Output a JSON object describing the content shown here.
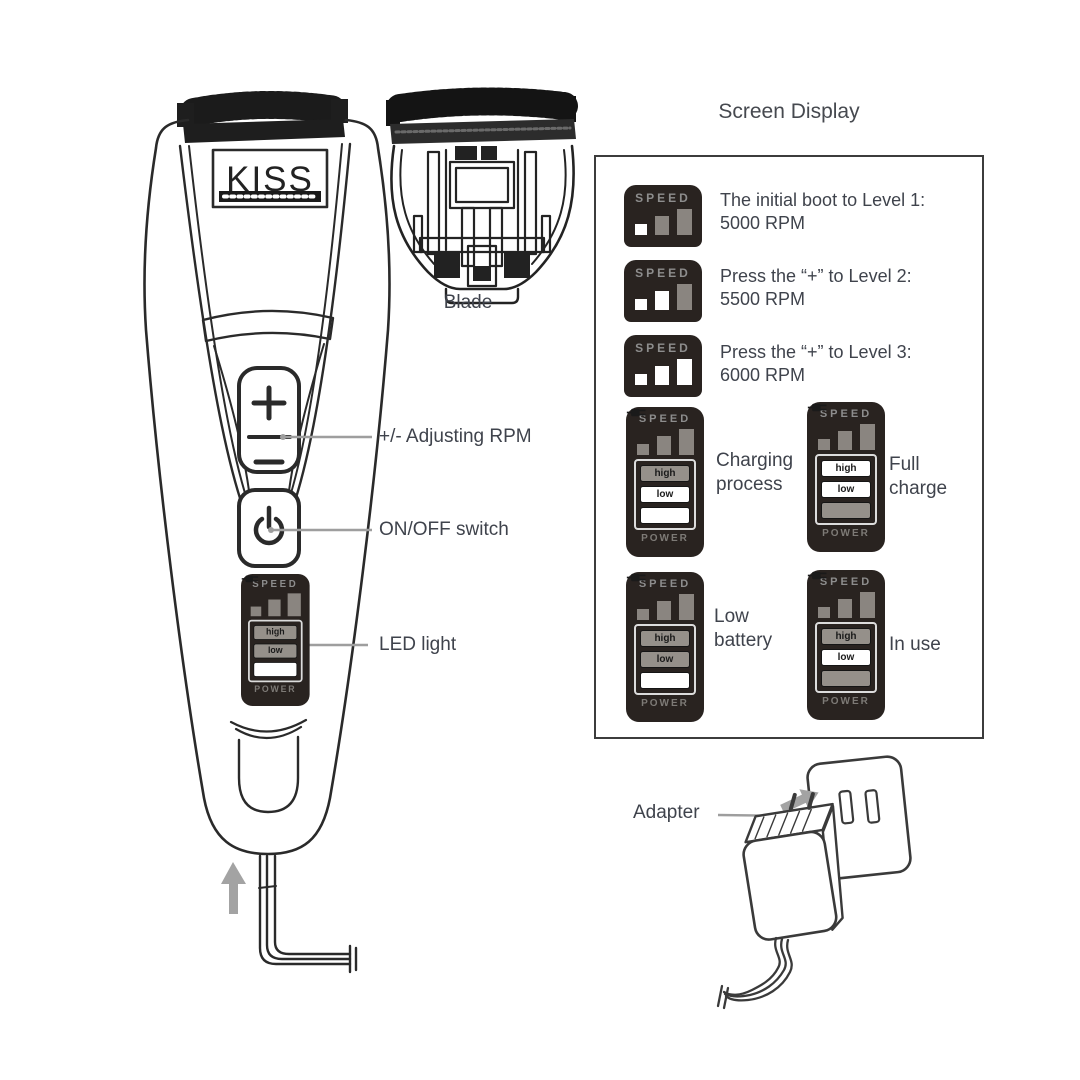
{
  "clipper": {
    "brand": "KISS",
    "labels": {
      "adjust_rpm": "+/- Adjusting RPM",
      "on_off": "ON/OFF switch",
      "led": "LED light"
    },
    "display_state": {
      "segments": [
        false,
        false,
        false
      ],
      "high": false,
      "low": false,
      "plug": true
    }
  },
  "blade": {
    "label": "Blade"
  },
  "adapter": {
    "label": "Adapter"
  },
  "screen_display": {
    "title": "Screen Display",
    "speed_label": "SPEED",
    "power_label": "POWER",
    "high_label": "high",
    "low_label": "low",
    "levels": [
      {
        "segments": [
          true,
          false,
          false
        ],
        "line1": "The initial boot to Level 1:",
        "line2": "5000 RPM"
      },
      {
        "segments": [
          true,
          true,
          false
        ],
        "line1": "Press the “+” to Level 2:",
        "line2": "5500 RPM"
      },
      {
        "segments": [
          true,
          true,
          true
        ],
        "line1": "Press the “+” to Level 3:",
        "line2": "6000 RPM"
      }
    ],
    "states": [
      {
        "segments": [
          false,
          false,
          false
        ],
        "high": false,
        "low": true,
        "plug": true,
        "caption": "Charging process"
      },
      {
        "segments": [
          false,
          false,
          false
        ],
        "high": true,
        "low": true,
        "plug": false,
        "caption": "Full charge"
      },
      {
        "segments": [
          false,
          false,
          false
        ],
        "high": false,
        "low": false,
        "plug": true,
        "caption": "Low battery"
      },
      {
        "segments": [
          false,
          false,
          false
        ],
        "high": false,
        "low": true,
        "plug": false,
        "caption": "In use"
      }
    ]
  },
  "colors": {
    "line": "#2f2f2f",
    "label_text": "#3f434c",
    "leader": "#9e9e9e",
    "display_bg": "#292320",
    "lit": "#ffffff",
    "dim": "#8a8580"
  }
}
